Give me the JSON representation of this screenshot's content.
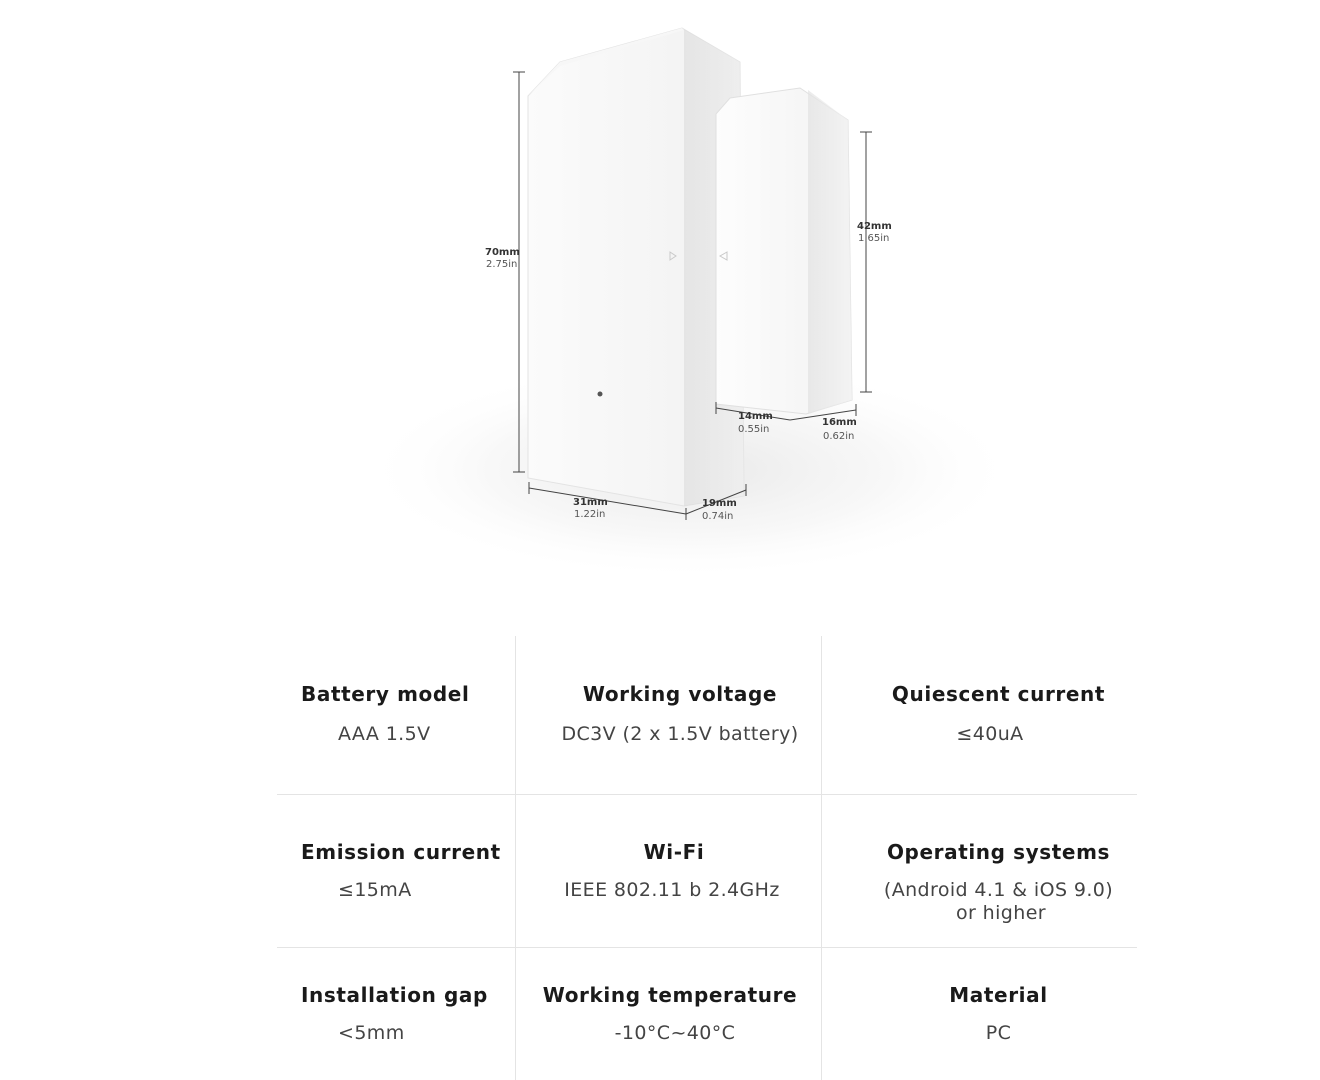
{
  "figure": {
    "dimensions": {
      "height_main_mm": "70mm",
      "height_main_in": "2.75in",
      "height_magnet_mm": "42mm",
      "height_magnet_in": "1.65in",
      "width_main_mm": "31mm",
      "width_main_in": "1.22in",
      "depth_main_mm": "19mm",
      "depth_main_in": "0.74in",
      "width_magnet_mm": "14mm",
      "width_magnet_in": "0.55in",
      "depth_magnet_mm": "16mm",
      "depth_magnet_in": "0.62in"
    }
  },
  "specs": {
    "rows": [
      {
        "cells": [
          {
            "label": "Battery model",
            "value": "AAA 1.5V"
          },
          {
            "label": "Working voltage",
            "value": "DC3V (2 x 1.5V battery)"
          },
          {
            "label": "Quiescent current",
            "value": "≤40uA"
          }
        ]
      },
      {
        "cells": [
          {
            "label": "Emission current",
            "value": "≤15mA"
          },
          {
            "label": "Wi-Fi",
            "value": "IEEE 802.11 b 2.4GHz"
          },
          {
            "label": "Operating systems",
            "value": "(Android 4.1 & iOS 9.0)",
            "value2": "or higher"
          }
        ]
      },
      {
        "cells": [
          {
            "label": "Installation gap",
            "value": "<5mm"
          },
          {
            "label": "Working temperature",
            "value": "-10°C~40°C"
          },
          {
            "label": "Material",
            "value": "PC"
          }
        ]
      }
    ]
  }
}
